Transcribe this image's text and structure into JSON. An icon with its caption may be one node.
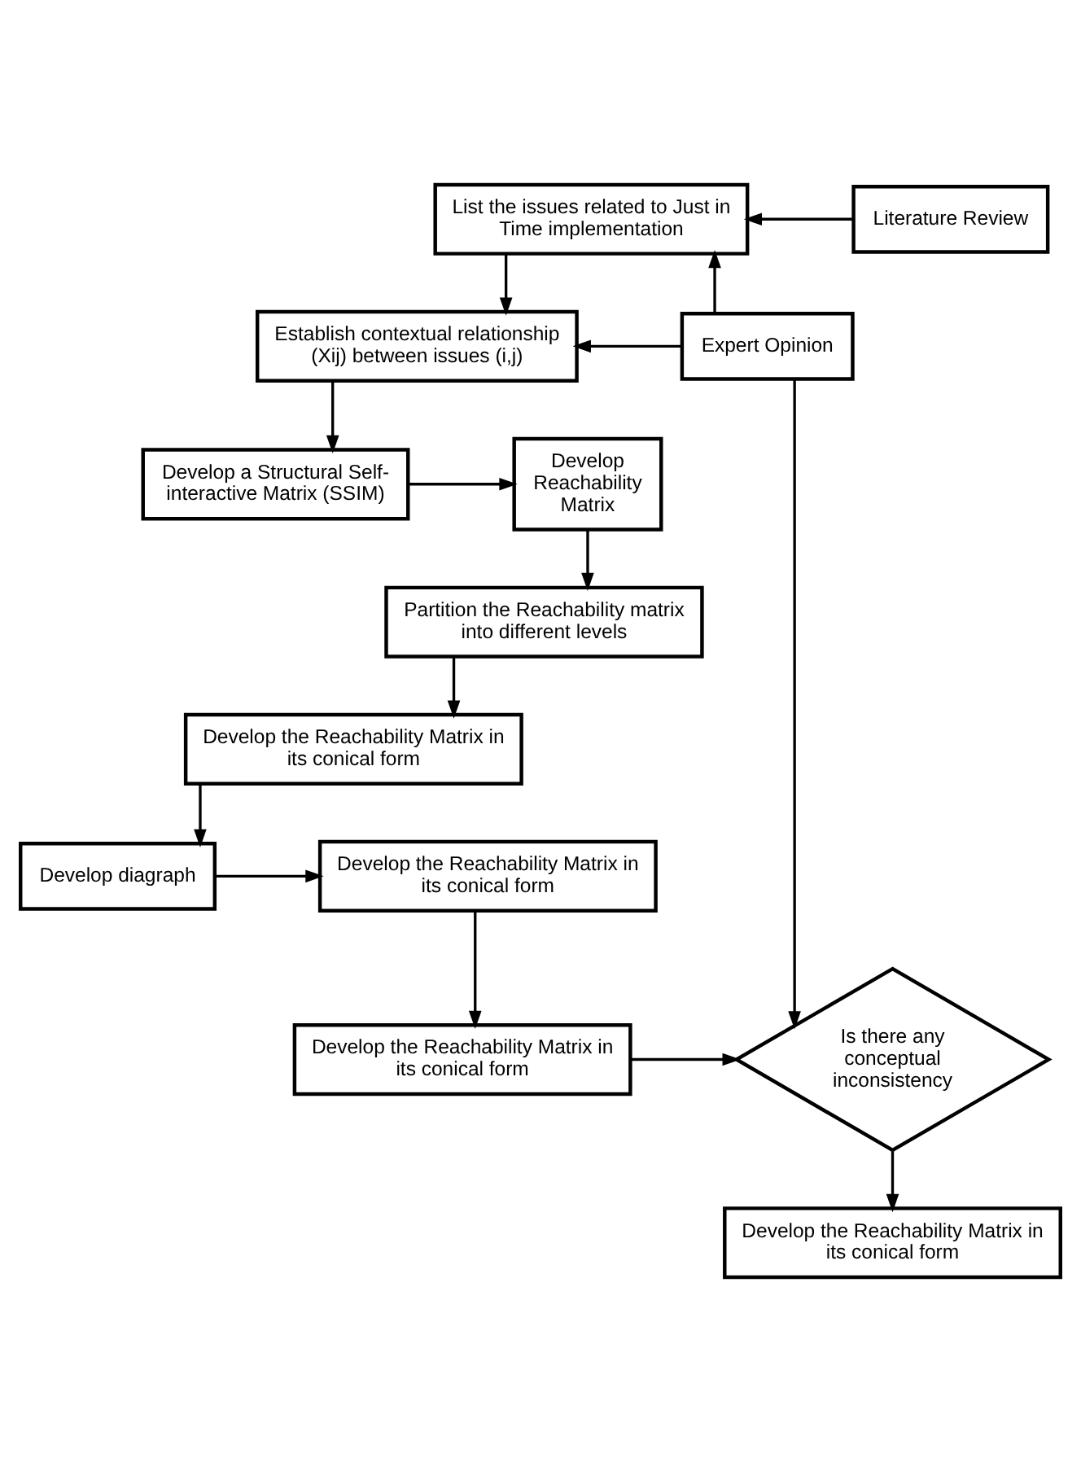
{
  "diagram": {
    "nodes": [
      {
        "text": [
          "List the issues related to Just in Time implementation"
        ]
      },
      {
        "text": [
          "Literature Review"
        ]
      },
      {
        "text": [
          "Establish contextual relationship (Xij) between issues (i,j)"
        ]
      },
      {
        "text": [
          "Expert Opinion"
        ]
      },
      {
        "text": [
          "Develop a Structural Self-interactive Matrix (SSIM)"
        ]
      },
      {
        "text": [
          "Develop Reachability Matrix"
        ]
      },
      {
        "text": [
          "Partition the Reachability matrix into different levels"
        ]
      },
      {
        "text": [
          "Develop the Reachability Matrix in its conical form"
        ]
      },
      {
        "text": [
          "Develop the Reachability Matrix in its conical form"
        ]
      },
      {
        "text": [
          "Develop diagraph"
        ]
      },
      {
        "text": [
          "Develop the Reachability Matrix in its conical form"
        ]
      },
      {
        "text": [
          "Is there any conceptual inconsistency"
        ]
      },
      {
        "text": [
          "Develop the Reachability Matrix in its conical form"
        ]
      }
    ],
    "edges": [
      {
        "from": 1,
        "to": 0,
        "arrow": "to"
      },
      {
        "from": 3,
        "to": 0,
        "arrow": "to"
      },
      {
        "from": 3,
        "to": 2,
        "arrow": "to"
      },
      {
        "from": 0,
        "to": 2,
        "arrow": "to"
      },
      {
        "from": 2,
        "to": 4,
        "arrow": "to"
      },
      {
        "from": 4,
        "to": 5,
        "arrow": "to"
      },
      {
        "from": 5,
        "to": 6,
        "arrow": "to"
      },
      {
        "from": 6,
        "to": 7,
        "arrow": "to"
      },
      {
        "from": 7,
        "to": 9,
        "arrow": "to"
      },
      {
        "from": 9,
        "to": 8,
        "arrow": "to"
      },
      {
        "from": 8,
        "to": 10,
        "arrow": "to"
      },
      {
        "from": 10,
        "to": 11,
        "arrow": "to"
      },
      {
        "from": 3,
        "to": 11,
        "arrow": "to"
      },
      {
        "from": 11,
        "to": 12,
        "arrow": "to"
      }
    ]
  }
}
